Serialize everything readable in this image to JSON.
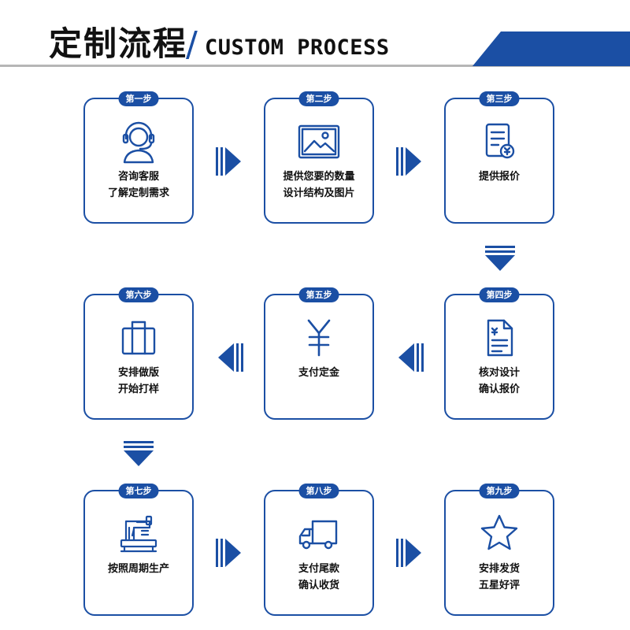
{
  "header": {
    "title_cn": "定制流程",
    "slash": "/",
    "title_en": "CUSTOM PROCESS"
  },
  "colors": {
    "accent": "#1b4fa4",
    "divider": "#b6b6b6"
  },
  "steps": [
    {
      "badge": "第一步",
      "line1": "咨询客服",
      "line2": "了解定制需求",
      "icon": "customer-service-icon"
    },
    {
      "badge": "第二步",
      "line1": "提供您要的数量",
      "line2": "设计结构及图片",
      "icon": "image-icon"
    },
    {
      "badge": "第三步",
      "line1": "提供报价",
      "line2": "",
      "icon": "quote-document-icon"
    },
    {
      "badge": "第四步",
      "line1": "核对设计",
      "line2": "确认报价",
      "icon": "invoice-icon"
    },
    {
      "badge": "第五步",
      "line1": "支付定金",
      "line2": "",
      "icon": "yuan-icon"
    },
    {
      "badge": "第六步",
      "line1": "安排做版",
      "line2": "开始打样",
      "icon": "bag-icon"
    },
    {
      "badge": "第七步",
      "line1": "按照周期生产",
      "line2": "",
      "icon": "sewing-machine-icon"
    },
    {
      "badge": "第八步",
      "line1": "支付尾款",
      "line2": "确认收货",
      "icon": "delivery-truck-icon"
    },
    {
      "badge": "第九步",
      "line1": "安排发货",
      "line2": "五星好评",
      "icon": "star-icon"
    }
  ]
}
